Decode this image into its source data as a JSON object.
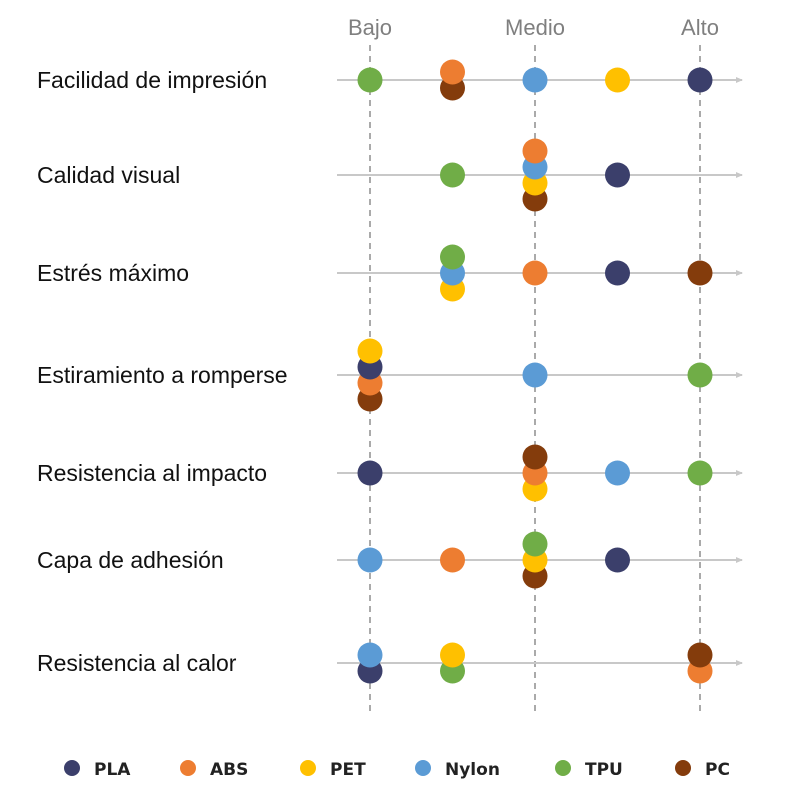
{
  "chart_data": {
    "type": "scatter",
    "title": "",
    "xlabel": "",
    "ylabel": "",
    "levels": [
      "Bajo",
      "Medio",
      "Alto"
    ],
    "x_scale": {
      "min": 1,
      "max": 5,
      "labeled_ticks": [
        1,
        3,
        5
      ]
    },
    "grid": "vertical dashed lines at Bajo, Medio, Alto",
    "legend_position": "bottom",
    "categories": [
      "Facilidad de impresión",
      "Calidad visual",
      "Estrés máximo",
      "Estiramiento a romperse",
      "Resistencia al impacto",
      "Capa de adhesión",
      "Resistencia al calor"
    ],
    "series": [
      {
        "name": "PLA",
        "color": "#3b3f6b",
        "values": [
          5,
          4,
          4,
          1,
          1,
          4,
          1
        ]
      },
      {
        "name": "ABS",
        "color": "#ed7d31",
        "values": [
          2,
          3,
          3,
          1,
          3,
          2,
          5
        ]
      },
      {
        "name": "PET",
        "color": "#ffc000",
        "values": [
          4,
          3,
          2,
          1,
          3,
          3,
          2
        ]
      },
      {
        "name": "Nylon",
        "color": "#5b9bd5",
        "values": [
          3,
          3,
          2,
          3,
          4,
          1,
          1
        ]
      },
      {
        "name": "TPU",
        "color": "#70ad47",
        "values": [
          1,
          2,
          2,
          5,
          5,
          3,
          2
        ]
      },
      {
        "name": "PC",
        "color": "#843c0c",
        "values": [
          2,
          3,
          5,
          1,
          3,
          3,
          5
        ]
      }
    ],
    "stack_order": [
      [
        "TPU",
        "ABS",
        "PC",
        "Nylon",
        "PET",
        "PLA"
      ],
      [
        "TPU",
        "ABS",
        "Nylon",
        "PET",
        "PC",
        "PLA"
      ],
      [
        "TPU",
        "Nylon",
        "PET",
        "ABS",
        "PLA",
        "PC"
      ],
      [
        "PET",
        "PLA",
        "ABS",
        "PC",
        "Nylon",
        "TPU"
      ],
      [
        "PLA",
        "PC",
        "ABS",
        "PET",
        "Nylon",
        "TPU"
      ],
      [
        "Nylon",
        "ABS",
        "TPU",
        "PET",
        "PC",
        "PLA"
      ],
      [
        "Nylon",
        "PLA",
        "PET",
        "TPU",
        "PC",
        "ABS"
      ]
    ]
  }
}
